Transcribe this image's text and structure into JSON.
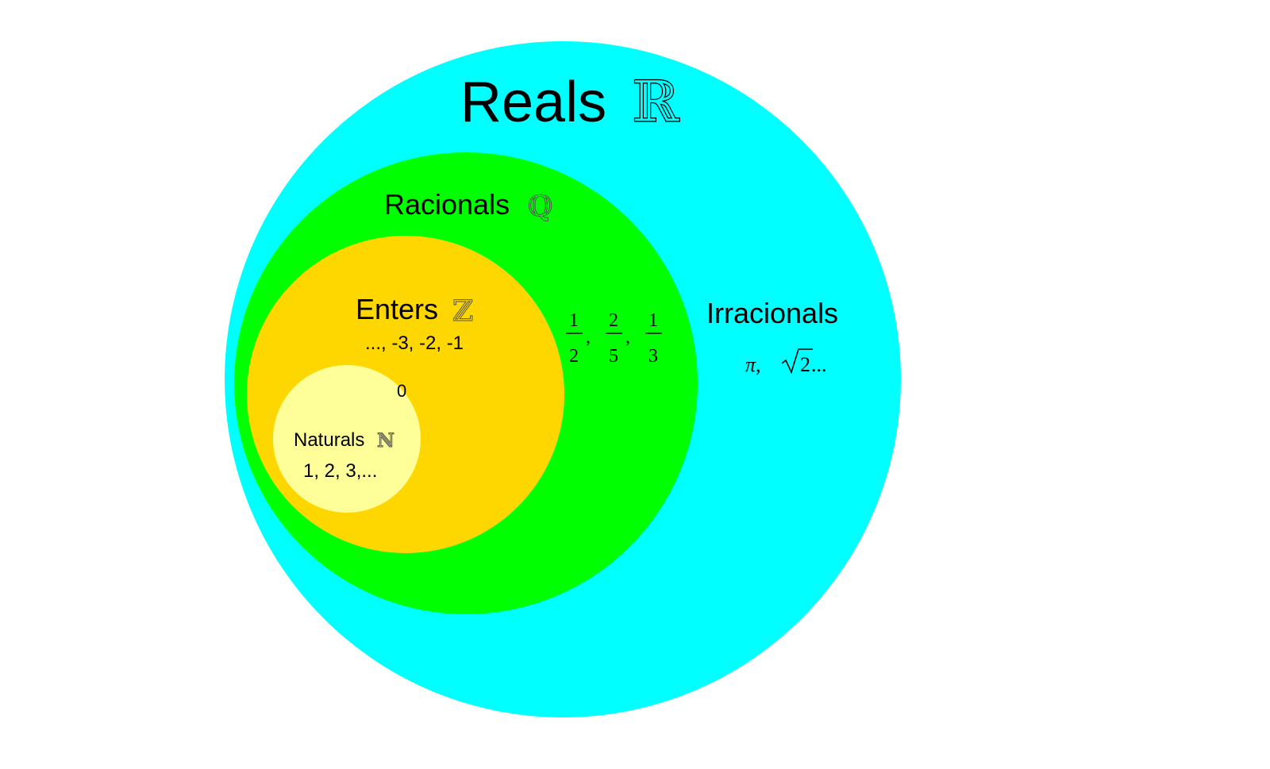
{
  "sets": {
    "reals": {
      "label": "Reals",
      "symbol": "ℝ",
      "color": "#00FFFF"
    },
    "rationals": {
      "label": "Racionals",
      "symbol": "ℚ",
      "color": "#00FF00"
    },
    "integers": {
      "label": "Enters",
      "symbol": "ℤ",
      "color": "#FFD700",
      "examples": "..., -3, -2, -1",
      "zero": "0"
    },
    "naturals": {
      "label": "Naturals",
      "symbol": "ℕ",
      "color": "#FFFF99",
      "examples": "1, 2, 3,..."
    },
    "irrationals": {
      "label": "Irracionals",
      "examples": {
        "pi": "π,",
        "sqrt_radicand": "2",
        "ellipsis": "..."
      }
    }
  },
  "rational_examples": [
    {
      "numerator": "1",
      "denominator": "2",
      "sep": ","
    },
    {
      "numerator": "2",
      "denominator": "5",
      "sep": ","
    },
    {
      "numerator": "1",
      "denominator": "3",
      "sep": ""
    }
  ]
}
